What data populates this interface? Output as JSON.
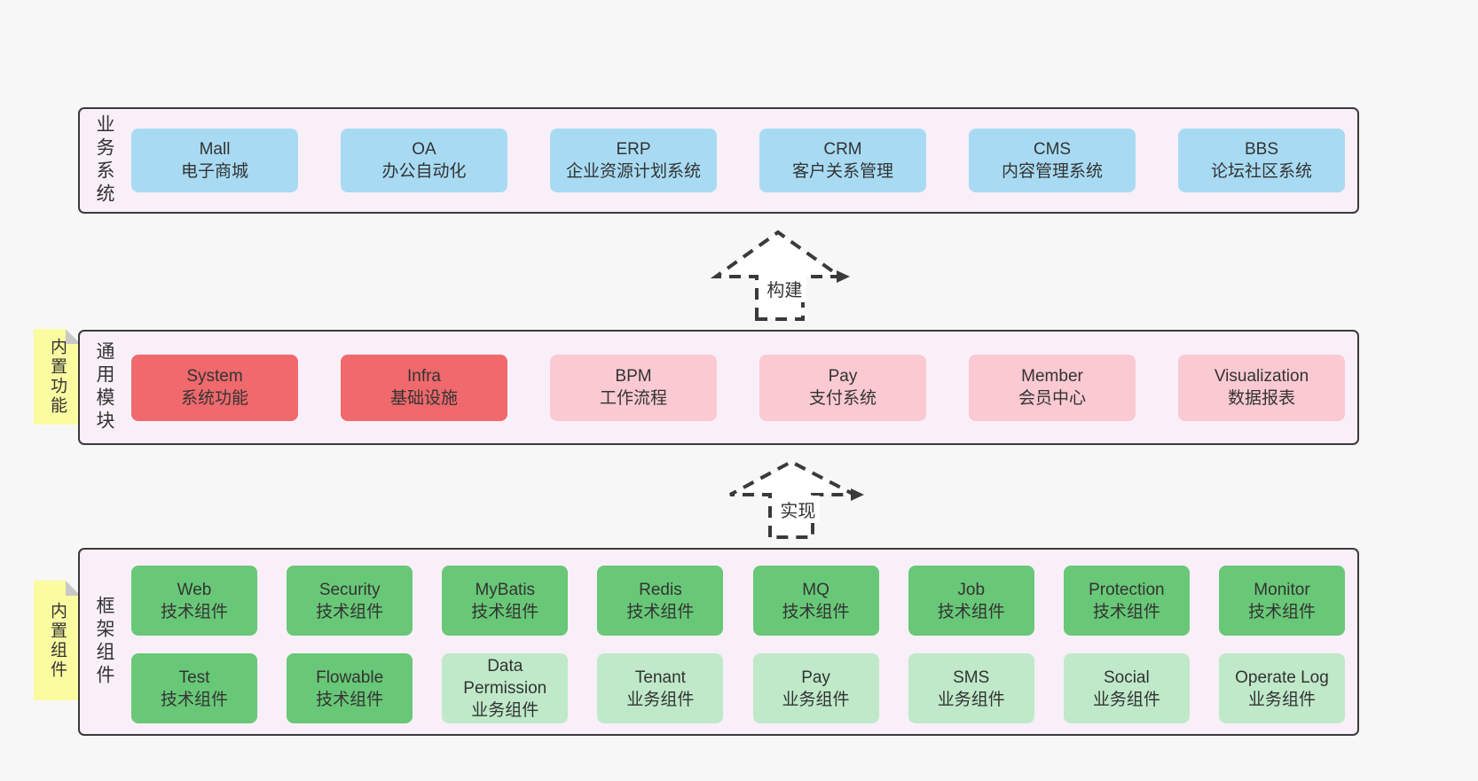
{
  "diagram": {
    "arrows": [
      {
        "label": "构建"
      },
      {
        "label": "实现"
      }
    ],
    "sections": [
      {
        "label": "业务系统",
        "boxes": [
          {
            "title": "Mall",
            "subtitle": "电子商城"
          },
          {
            "title": "OA",
            "subtitle": "办公自动化"
          },
          {
            "title": "ERP",
            "subtitle": "企业资源计划系统"
          },
          {
            "title": "CRM",
            "subtitle": "客户关系管理"
          },
          {
            "title": "CMS",
            "subtitle": "内容管理系统"
          },
          {
            "title": "BBS",
            "subtitle": "论坛社区系统"
          }
        ]
      },
      {
        "label": "通用模块",
        "tag": "内置功能",
        "boxes": [
          {
            "title": "System",
            "subtitle": "系统功能"
          },
          {
            "title": "Infra",
            "subtitle": "基础设施"
          },
          {
            "title": "BPM",
            "subtitle": "工作流程"
          },
          {
            "title": "Pay",
            "subtitle": "支付系统"
          },
          {
            "title": "Member",
            "subtitle": "会员中心"
          },
          {
            "title": "Visualization",
            "subtitle": "数据报表"
          }
        ]
      },
      {
        "label": "框架组件",
        "tag": "内置组件",
        "rows": [
          [
            {
              "title": "Web",
              "subtitle": "技术组件"
            },
            {
              "title": "Security",
              "subtitle": "技术组件"
            },
            {
              "title": "MyBatis",
              "subtitle": "技术组件"
            },
            {
              "title": "Redis",
              "subtitle": "技术组件"
            },
            {
              "title": "MQ",
              "subtitle": "技术组件"
            },
            {
              "title": "Job",
              "subtitle": "技术组件"
            },
            {
              "title": "Protection",
              "subtitle": "技术组件"
            },
            {
              "title": "Monitor",
              "subtitle": "技术组件"
            }
          ],
          [
            {
              "title": "Test",
              "subtitle": "技术组件"
            },
            {
              "title": "Flowable",
              "subtitle": "技术组件"
            },
            {
              "title": "Data Permission",
              "subtitle": "业务组件"
            },
            {
              "title": "Tenant",
              "subtitle": "业务组件"
            },
            {
              "title": "Pay",
              "subtitle": "业务组件"
            },
            {
              "title": "SMS",
              "subtitle": "业务组件"
            },
            {
              "title": "Social",
              "subtitle": "业务组件"
            },
            {
              "title": "Operate Log",
              "subtitle": "业务组件"
            }
          ]
        ]
      }
    ]
  },
  "colors": {
    "page_bg": "#f7f7f7",
    "section_bg": "#f9eff8",
    "border": "#3a3a3a",
    "blue_box": "#a8dbf3",
    "red_box": "#f0696c",
    "pink_box": "#fac9d1",
    "green_box": "#68c877",
    "light_green_box": "#bfe9c9",
    "tag_yellow": "#fbfba0",
    "fold_gray": "#c8c8c8",
    "text": "#333333"
  }
}
